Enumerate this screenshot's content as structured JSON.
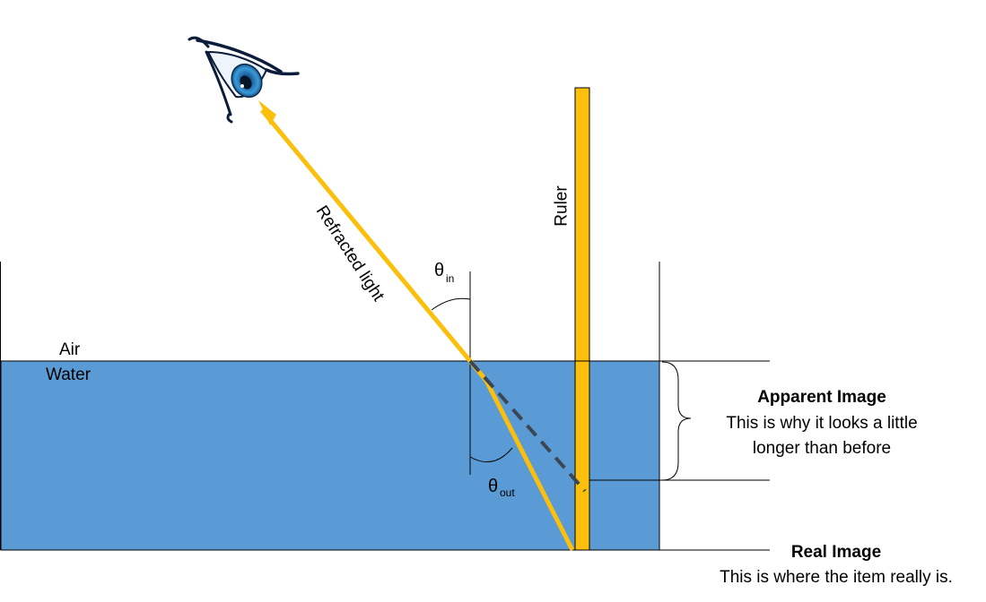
{
  "labels": {
    "air": "Air",
    "water": "Water",
    "ruler": "Ruler",
    "refracted_light": "Refracted light",
    "theta_in_symbol": "θ",
    "theta_in_sub": "in",
    "theta_out_symbol": "θ",
    "theta_out_sub": "out",
    "apparent_title": "Apparent Image",
    "apparent_line1": "This is why it looks a little",
    "apparent_line2": "longer than before",
    "real_title": "Real Image",
    "real_desc": "This is where the item really is."
  },
  "colors": {
    "water": "#5b9bd5",
    "ray": "#fbbf0c",
    "ruler": "#fbbf0c",
    "dashed": "#3b4654",
    "iris": "#2e86c8"
  },
  "icons": {
    "eye": "eye-icon"
  }
}
